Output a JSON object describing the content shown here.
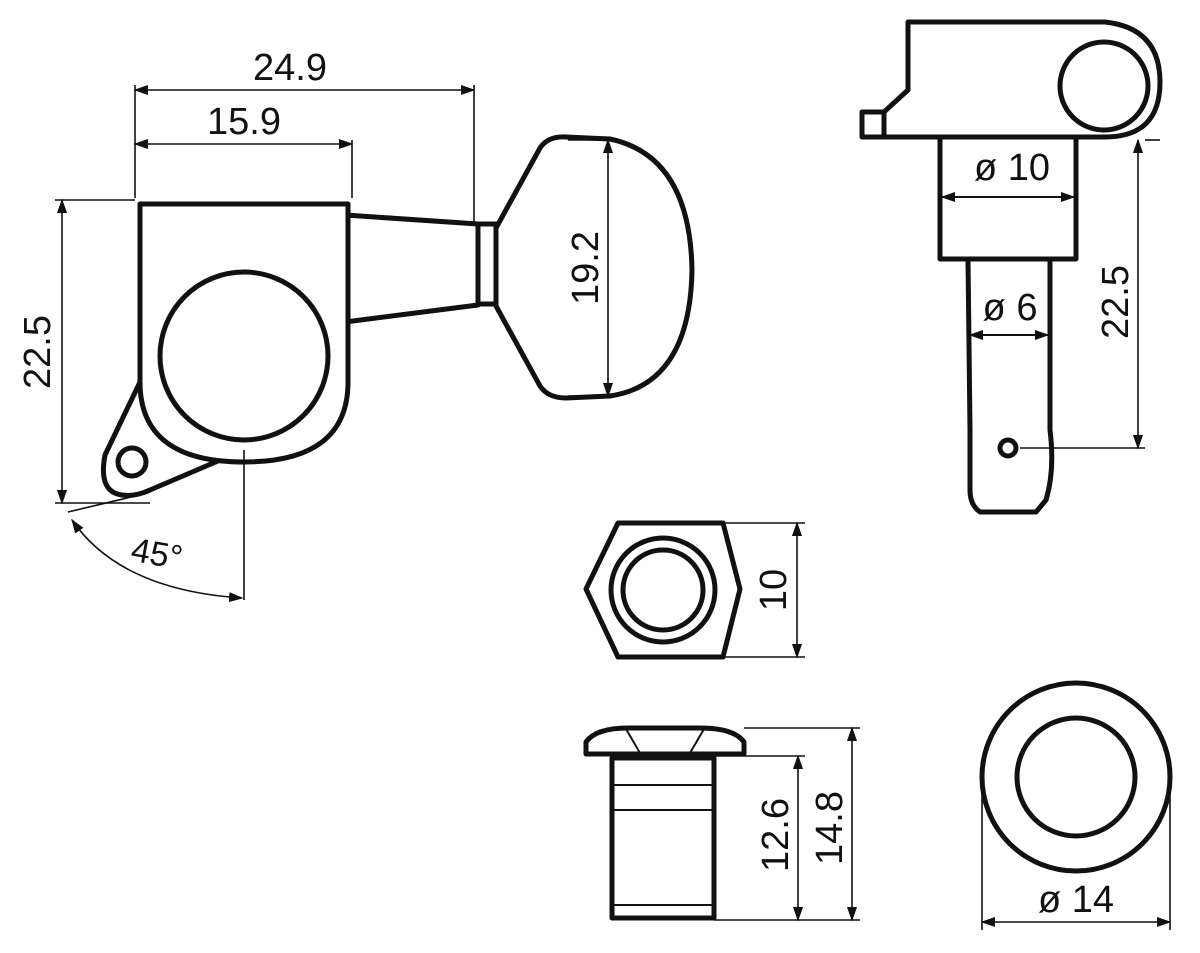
{
  "dimensions": {
    "tuner_total_width": "24.9",
    "tuner_housing_width": "15.9",
    "tuner_height": "22.5",
    "button_height": "19.2",
    "angle": "45°",
    "post_shaft_diameter": "ø 10",
    "post_diameter": "ø 6",
    "post_height": "22.5",
    "nut_across_flats": "10",
    "bushing_body_length": "12.6",
    "bushing_total_length": "14.8",
    "washer_diameter": "ø 14"
  }
}
